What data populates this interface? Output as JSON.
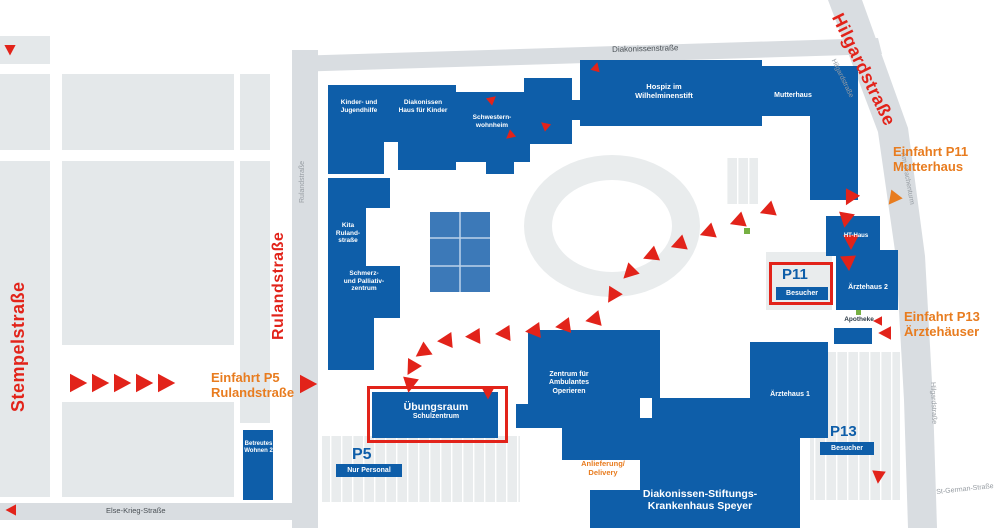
{
  "colors": {
    "building_blue": "#0e5ea9",
    "route_red": "#e2231a",
    "entrance_orange": "#e87c1f",
    "road_gray": "#d9dde1",
    "block_gray": "#e4e8ea",
    "green_marker": "#76b043"
  },
  "streets": {
    "stempelstrasse": "Stempelstraße",
    "rulandstrasse_big": "Rulandstraße",
    "rulandstrasse_small": "Rulandstraße",
    "hilgardstrasse_big": "Hilgardstraße",
    "hilgardstrasse_small_top": "Hilgardstraße",
    "hilgardstrasse_small_right": "Hilgardstraße",
    "diakonissenstrasse": "Diakonissenstraße",
    "else_krieg_strasse": "Else-Krieg-Straße",
    "am_drachenturm": "Am Drachenturm",
    "st_german_strasse": "St-German-Straße"
  },
  "entrances": {
    "p11": [
      "Einfahrt P11",
      "Mutterhaus"
    ],
    "p13": [
      "Einfahrt P13",
      "Ärztehäuser"
    ],
    "p5": [
      "Einfahrt P5",
      "Rulandstraße"
    ]
  },
  "buildings": {
    "kinder_jugendhilfe": [
      "Kinder- und",
      "Jugendhilfe"
    ],
    "haus_fuer_kinder": [
      "Diakonissen",
      "Haus für Kinder"
    ],
    "schwesternwohnheim": [
      "Schwestern-",
      "wohnheim"
    ],
    "hospiz": [
      "Hospiz im",
      "Wilhelminenstift"
    ],
    "mutterhaus": "Mutterhaus",
    "kita": [
      "Kita",
      "Ruland-",
      "straße"
    ],
    "schmerz_palliativ": [
      "Schmerz-",
      "und Palliativ-",
      "zentrum"
    ],
    "uebungsraum": [
      "Übungsraum",
      "Schulzentrum"
    ],
    "zentrum_ambulant": [
      "Zentrum für",
      "Ambulantes",
      "Operieren"
    ],
    "aerztehaus1": "Ärztehaus 1",
    "aerztehaus2": "Ärztehaus 2",
    "ht_haus": "HT-Haus",
    "apotheke": "Apotheke",
    "betreutes_wohnen": [
      "Betreutes",
      "Wohnen 2"
    ],
    "krankenhaus": [
      "Diakonissen-Stiftungs-",
      "Krankenhaus Speyer"
    ],
    "anlieferung": [
      "Anlieferung/",
      "Delivery"
    ]
  },
  "parking": {
    "p5": {
      "id": "P5",
      "sub": "Nur Personal"
    },
    "p11": {
      "id": "P11",
      "sub": "Besucher"
    },
    "p13": {
      "id": "P13",
      "sub": "Besucher"
    }
  }
}
